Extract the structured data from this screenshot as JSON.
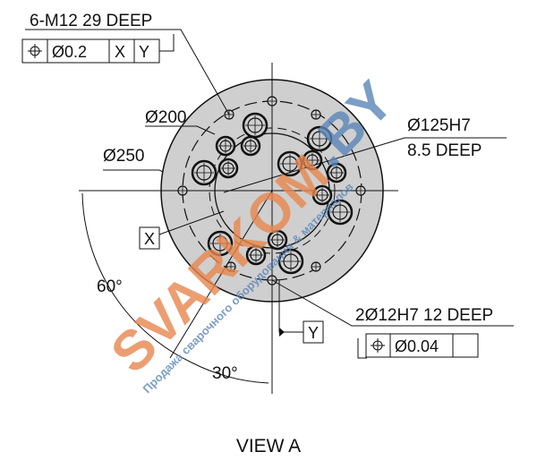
{
  "callouts": {
    "bolt_holes": "6-M12 29 DEEP",
    "bolt_fcf": {
      "symbol": "⌖",
      "tolerance": "Ø0.2",
      "datum1": "X",
      "datum2": "Y"
    },
    "pcd_200": "Ø200",
    "od_250": "Ø250",
    "bore_line1": "Ø125H7",
    "bore_line2": "8.5 DEEP",
    "dowel_holes": "2Ø12H7  12 DEEP",
    "dowel_fcf": {
      "symbol": "⌖",
      "tolerance": "Ø0.04",
      "datum1": ""
    },
    "datum_x": "X",
    "datum_y": "Y",
    "angle_60": "60°",
    "angle_30": "30°"
  },
  "view_label": "VIEW A",
  "watermark": {
    "main": "SVARKOM.BY",
    "sub": "Продажа сварочного оборудования & материалов"
  },
  "colors": {
    "disk": "#cfcfcf",
    "line": "#111111",
    "watermark_orange": "#e8874e",
    "watermark_blue": "#5b86b8"
  }
}
